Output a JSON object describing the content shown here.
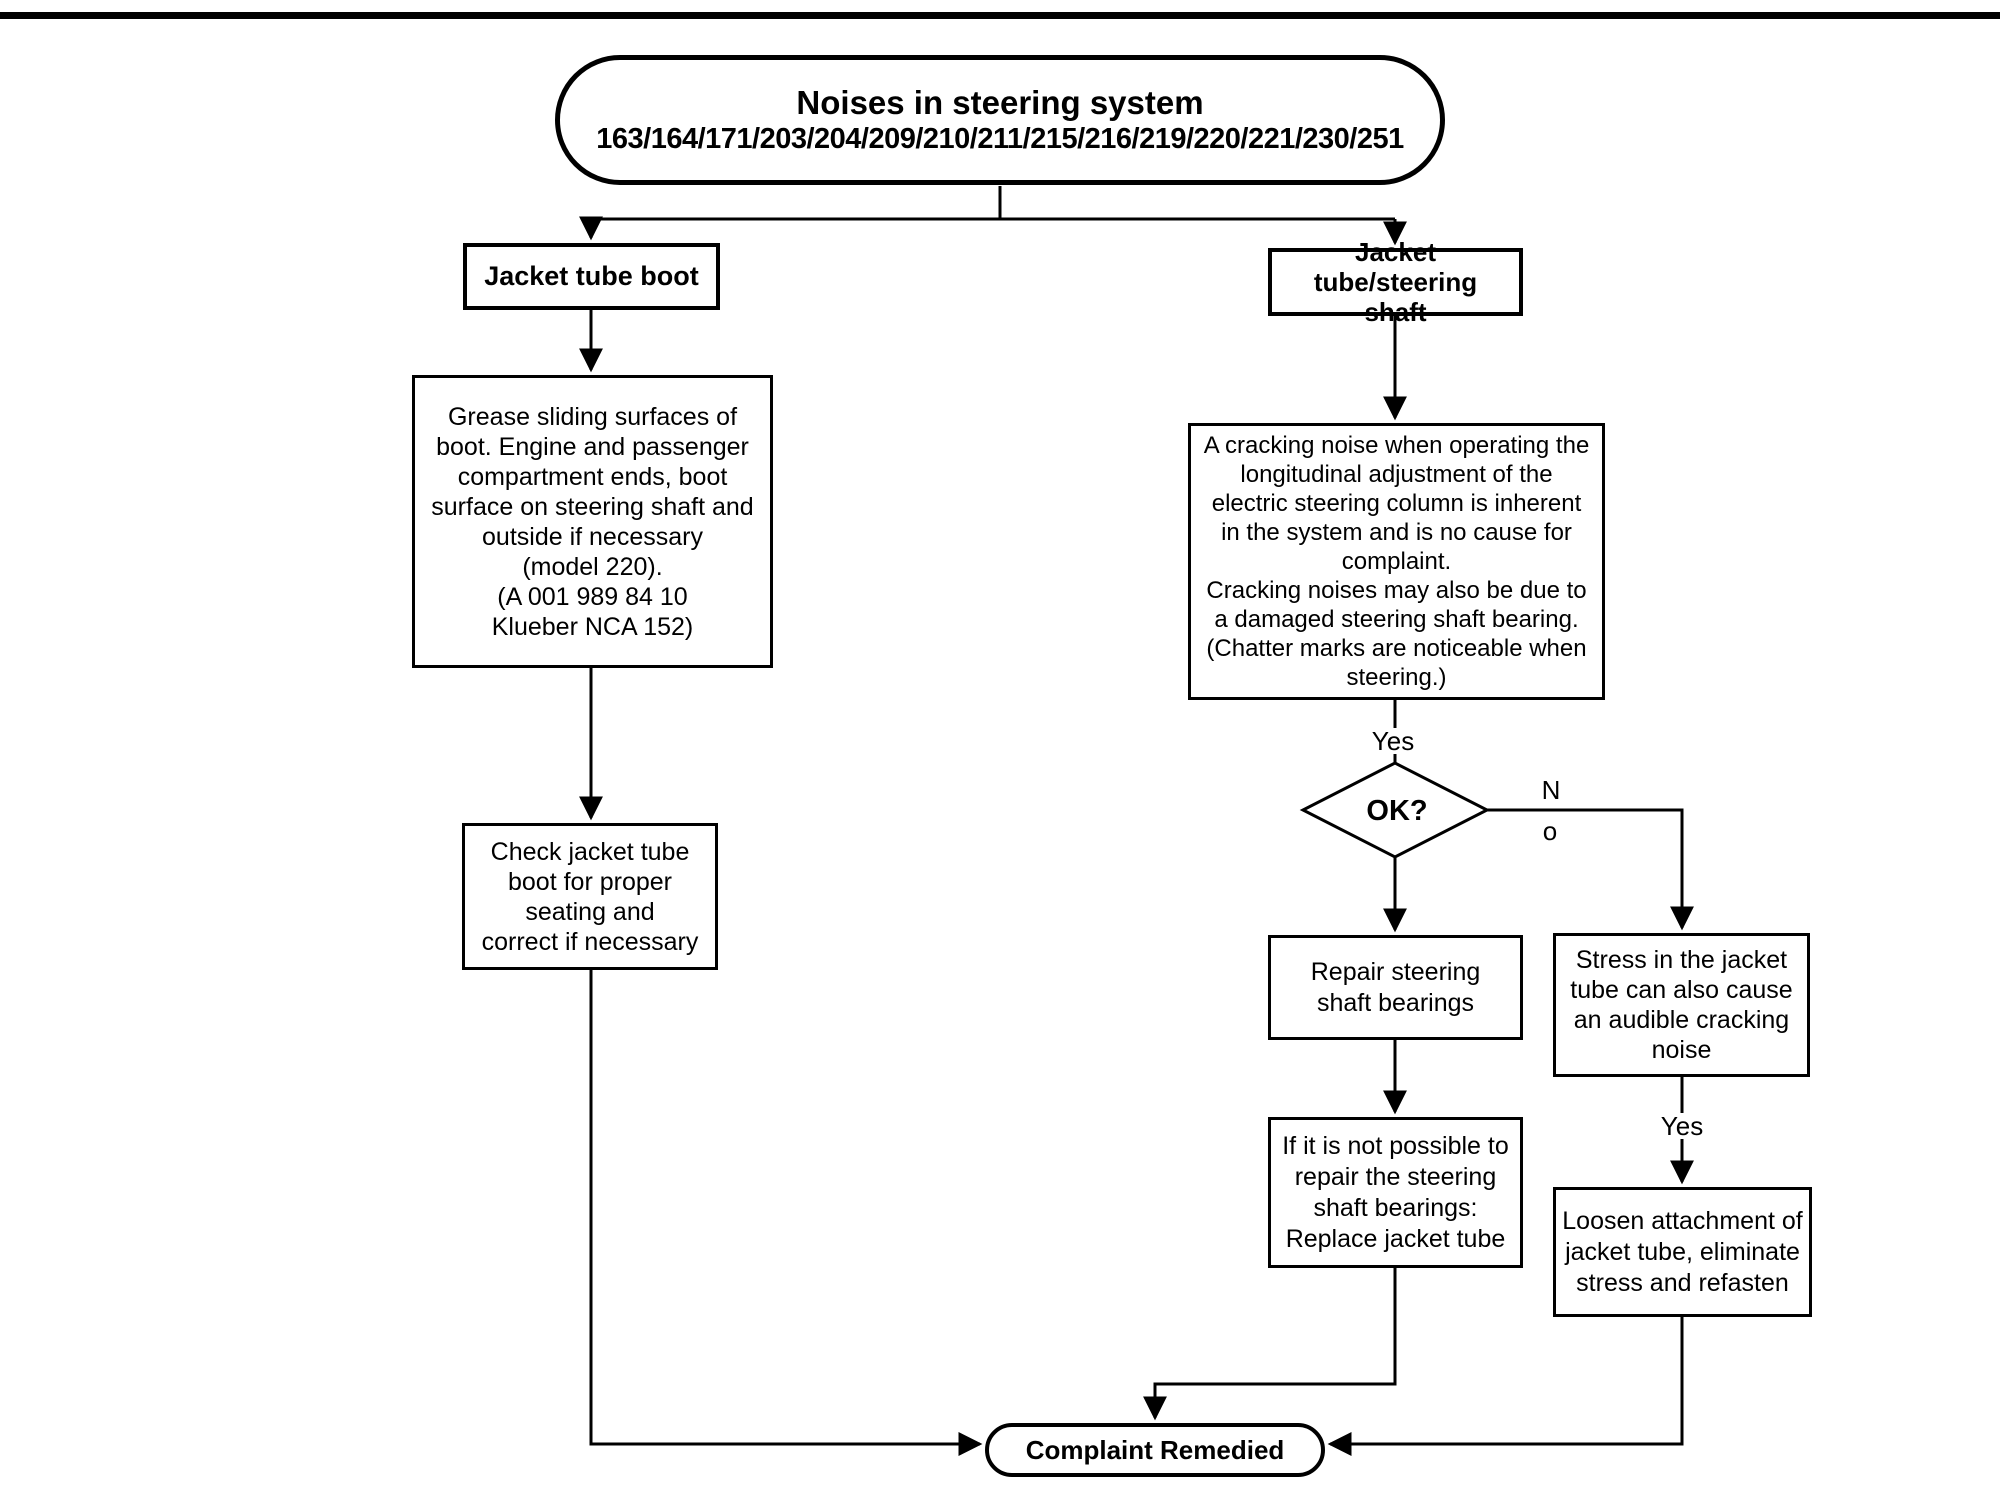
{
  "page": {
    "background": "#ffffff",
    "line_color": "#000000"
  },
  "title_oval": {
    "line1": "Noises in steering system",
    "line2": "163/164/171/203/204/209/210/211/215/216/219/220/221/230/251"
  },
  "left_branch": {
    "header": "Jacket tube boot",
    "grease_box": "Grease sliding surfaces of\nboot. Engine and passenger\ncompartment ends, boot\nsurface on steering shaft and\noutside if necessary\n(model 220).\n(A 001 989 84 10\nKlueber NCA 152)",
    "check_box": "Check jacket tube\nboot for proper\nseating and\ncorrect if necessary"
  },
  "right_branch": {
    "header": "Jacket tube/steering\nshaft",
    "cracking_box": "A cracking noise when operating the\nlongitudinal adjustment of the\nelectric steering column is inherent\nin the system and is no cause for\ncomplaint.\nCracking noises may also be due to\na damaged steering shaft bearing.\n(Chatter marks are noticeable when\nsteering.)",
    "decision": {
      "label": "OK?",
      "yes_label": "Yes",
      "no_label_top": "N",
      "no_label_bottom": "o"
    },
    "repair_box": "Repair steering\nshaft bearings",
    "if_box": "If it is not possible to\nrepair the steering\nshaft bearings:\nReplace jacket tube",
    "stress_box": "Stress in the jacket\ntube can also cause\nan audible cracking\nnoise",
    "yes_label_right": "Yes",
    "loosen_box": "Loosen attachment of\njacket tube, eliminate\nstress and refasten"
  },
  "terminal": {
    "label": "Complaint Remedied"
  }
}
